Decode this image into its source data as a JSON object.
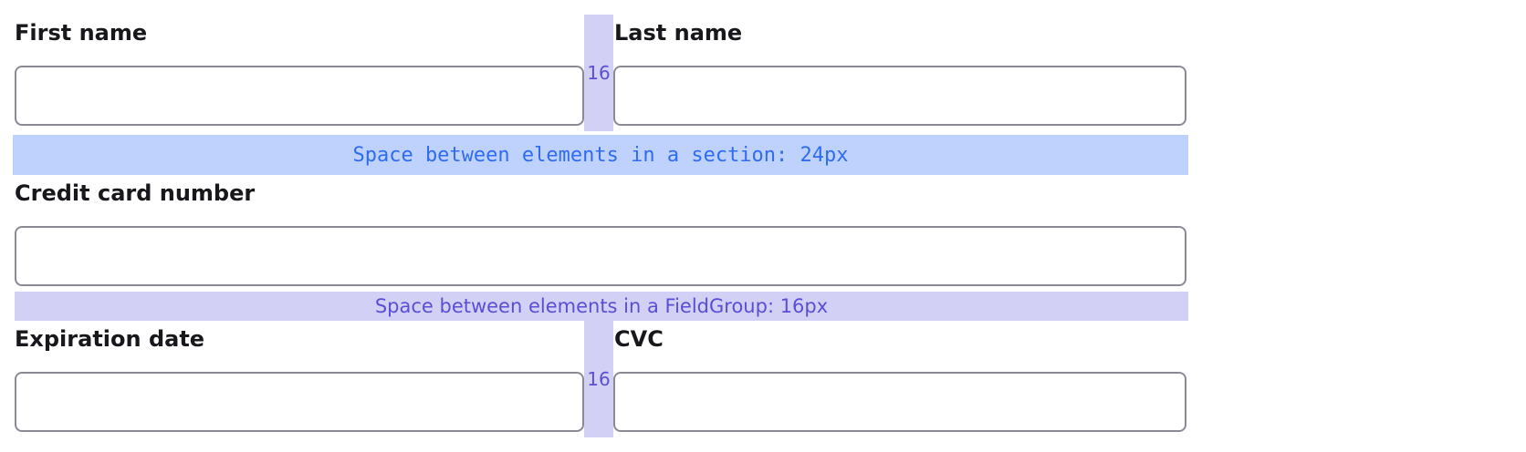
{
  "fields": {
    "first_name": {
      "label": "First name",
      "value": ""
    },
    "last_name": {
      "label": "Last name",
      "value": ""
    },
    "credit_card": {
      "label": "Credit card number",
      "value": ""
    },
    "expiration": {
      "label": "Expiration date",
      "value": ""
    },
    "cvc": {
      "label": "CVC",
      "value": ""
    }
  },
  "annotations": {
    "row_gap_top": "16",
    "row_gap_bottom": "16",
    "section_spacing": "Space between elements in a section: 24px",
    "fieldgroup_spacing": "Space between elements in a FieldGroup: 16px"
  },
  "colors": {
    "section_band": "#bfd2fd",
    "section_text": "#2f6cf0",
    "group_band": "#d3d0f6",
    "group_text": "#5b4ed6",
    "input_border": "#8b8a94"
  }
}
